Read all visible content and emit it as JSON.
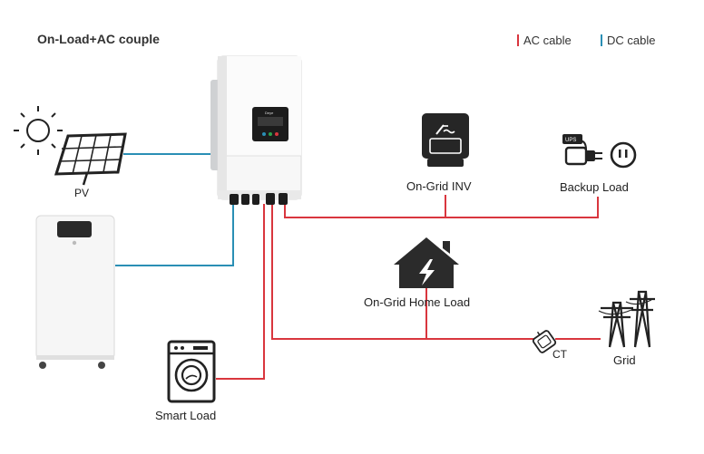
{
  "title": "On-Load+AC couple",
  "legend": {
    "ac_label": "AC cable",
    "dc_label": "DC cable",
    "ac_color": "#d9363e",
    "dc_color": "#2a8fb5"
  },
  "labels": {
    "pv": "PV",
    "on_grid_inv": "On-Grid INV",
    "backup_load": "Backup Load",
    "on_grid_home_load": "On-Grid Home Load",
    "ct": "CT",
    "grid": "Grid",
    "smart_load": "Smart Load"
  },
  "icons": {
    "sun": "sun-icon",
    "solar_panel": "solar-panel-icon",
    "inverter": "hybrid-inverter",
    "battery": "battery-cabinet",
    "on_grid_inverter": "on-grid-inverter-icon",
    "backup_load": "ups-plug-icon",
    "house": "house-lightning-icon",
    "grid": "transmission-tower-icon",
    "ct": "ct-clamp-icon",
    "smart_load": "washing-machine-icon"
  },
  "inverter_screen_text": "~",
  "ups_text": "UPS"
}
